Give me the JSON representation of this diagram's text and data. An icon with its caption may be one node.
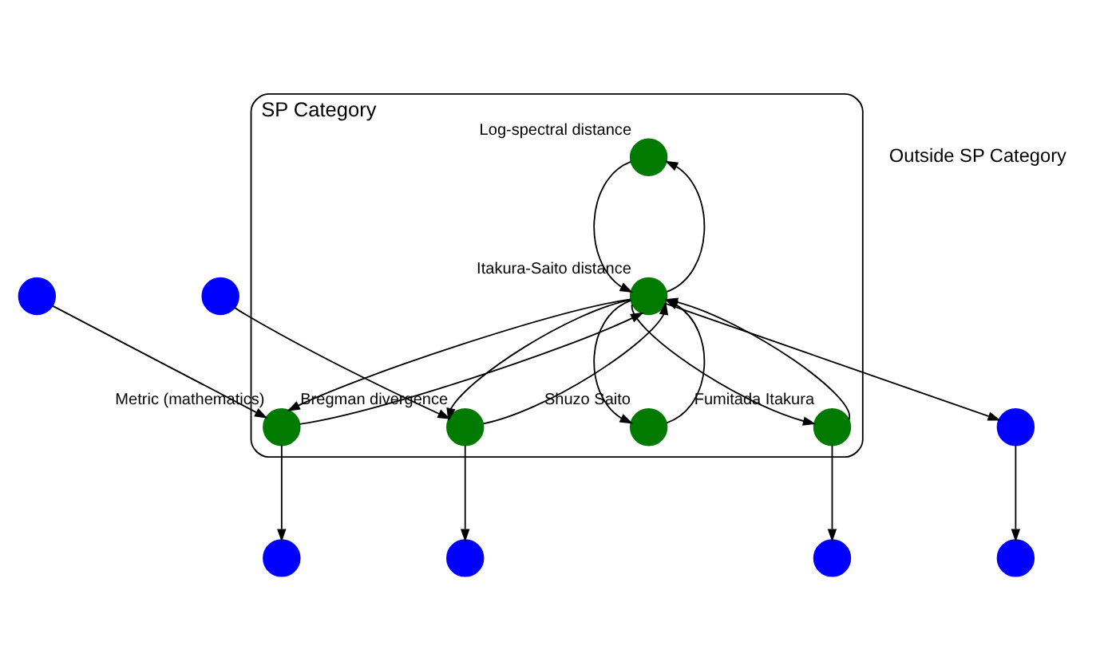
{
  "diagram": {
    "nodes": [
      {
        "text": [
          "SP Category"
        ]
      },
      {
        "text": [],
        "shape": "circle"
      },
      {
        "text": [],
        "shape": "circle",
        "in": 0,
        "beside": [
          "Log-spectral distance"
        ]
      },
      {
        "text": [],
        "shape": "circle"
      },
      {
        "text": [],
        "shape": "circle",
        "in": 0,
        "beside": [
          "Metric (mathematics)"
        ]
      },
      {
        "text": [],
        "shape": "circle"
      },
      {
        "text": [],
        "shape": "circle",
        "in": 0,
        "beside": [
          "Fumitada Itakura"
        ]
      },
      {
        "text": [],
        "shape": "circle",
        "in": 0,
        "beside": [
          "Itakura-Saito distance"
        ]
      },
      {
        "text": [],
        "shape": "circle"
      },
      {
        "text": [],
        "shape": "circle"
      },
      {
        "text": [],
        "shape": "circle",
        "in": 0,
        "beside": [
          "Bregman divergence"
        ]
      },
      {
        "text": [],
        "shape": "circle",
        "in": 0,
        "beside": [
          "Shuzo Saito"
        ]
      },
      {
        "text": [],
        "shape": "circle"
      },
      {
        "text": [],
        "shape": "circle"
      }
    ],
    "edges": [
      {
        "from": 7,
        "to": 2,
        "arrow": "to"
      },
      {
        "from": 2,
        "to": 7,
        "arrow": "to"
      },
      {
        "from": 7,
        "to": 4,
        "arrow": "to"
      },
      {
        "from": 4,
        "to": 7,
        "arrow": "to"
      },
      {
        "from": 7,
        "to": 6,
        "arrow": "to"
      },
      {
        "from": 6,
        "to": 7,
        "arrow": "to"
      },
      {
        "from": 7,
        "to": 11,
        "arrow": "to"
      },
      {
        "from": 11,
        "to": 7,
        "arrow": "to"
      },
      {
        "from": 7,
        "to": 10,
        "arrow": "to"
      },
      {
        "from": 10,
        "to": 7,
        "arrow": "to"
      },
      {
        "from": 6,
        "to": 5,
        "arrow": "to"
      },
      {
        "from": 4,
        "to": 1,
        "arrow": "to"
      },
      {
        "from": 3,
        "to": 4,
        "arrow": "to"
      },
      {
        "from": 8,
        "to": 10,
        "arrow": "to"
      },
      {
        "from": 10,
        "to": 12,
        "arrow": "to"
      },
      {
        "from": 7,
        "to": 9,
        "arrow": "to"
      },
      {
        "from": 9,
        "to": 13,
        "arrow": "to"
      }
    ],
    "labels": [
      "Outside SP Category"
    ]
  }
}
